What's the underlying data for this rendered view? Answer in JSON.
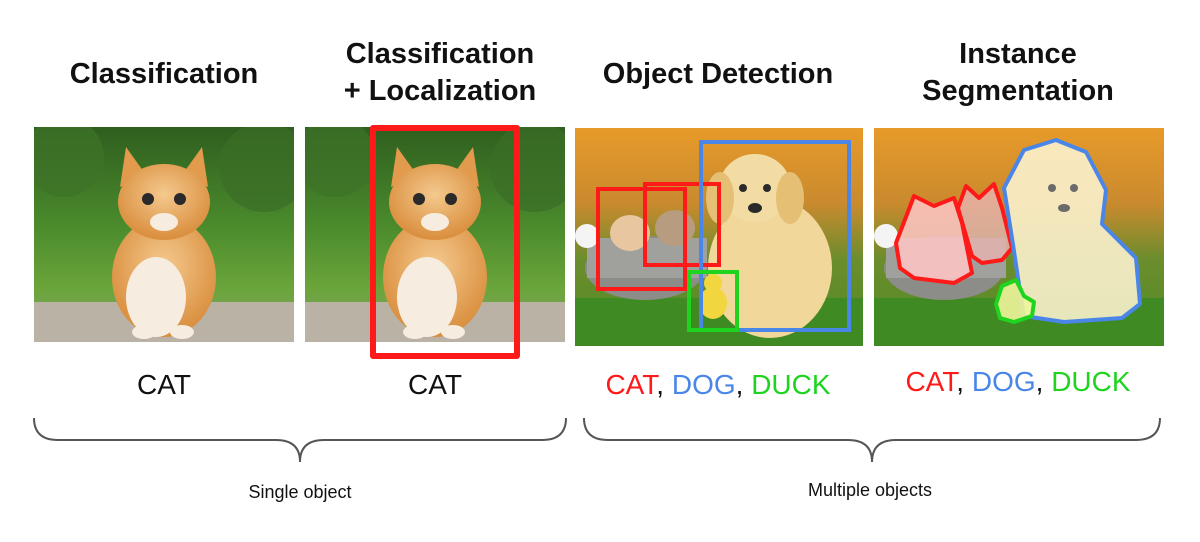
{
  "titles": {
    "classification": "Classification",
    "cls_loc": "Classification\n+ Localization",
    "detection": "Object Detection",
    "segmentation": "Instance\nSegmentation"
  },
  "labels": {
    "classification": "CAT",
    "cls_loc": "CAT",
    "detection": {
      "cat": "CAT",
      "sep1": ", ",
      "dog": "DOG",
      "sep2": ", ",
      "duck": "DUCK"
    },
    "segmentation": {
      "cat": "CAT",
      "sep1": ", ",
      "dog": "DOG",
      "sep2": ", ",
      "duck": "DUCK"
    }
  },
  "groups": {
    "single": "Single object",
    "multiple": "Multiple objects"
  },
  "colors": {
    "cat": "#ff1a1a",
    "dog": "#4a86e8",
    "duck": "#1ed41e"
  }
}
